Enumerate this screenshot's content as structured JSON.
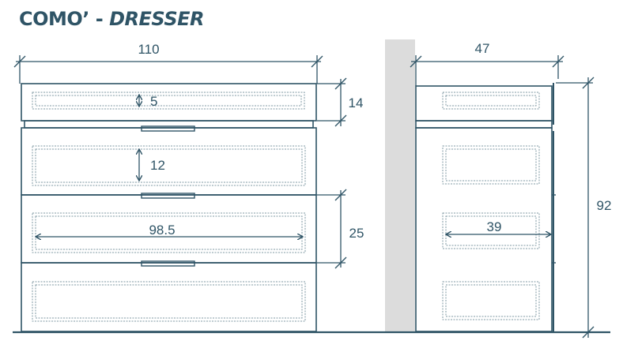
{
  "title": {
    "main": "COMO’ - ",
    "sub": "DRESSER"
  },
  "colors": {
    "line": "#2f5466",
    "inner": "#7f98a3",
    "wall": "#dcdcdc",
    "background": "#ffffff"
  },
  "dimensions": {
    "front_width": "110",
    "top_height": "14",
    "drawer_height": "25",
    "inner_top": "5",
    "inner_drawer": "12",
    "inner_width": "98.5",
    "side_depth": "47",
    "total_height": "92",
    "inner_depth": "39"
  }
}
